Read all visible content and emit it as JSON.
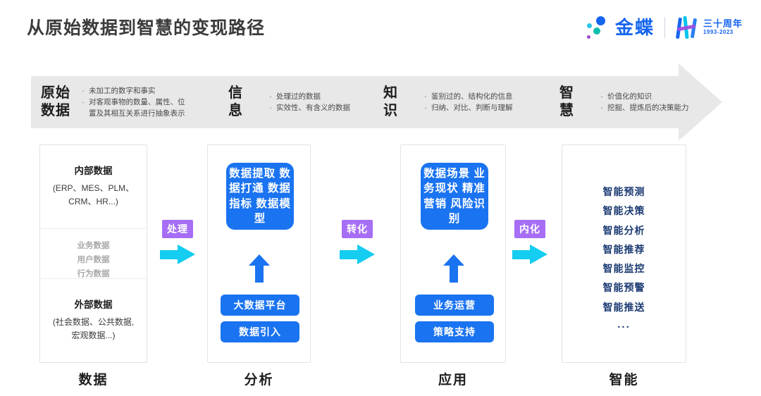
{
  "header": {
    "title": "从原始数据到智慧的变现路径",
    "brand": {
      "name": "金蝶",
      "anniversary_cn": "三十周年",
      "anniversary_years": "1993-2023"
    }
  },
  "band": {
    "segments": [
      {
        "title": "原始\n数据",
        "bullet": "·",
        "points": [
          "未加工的数字和事实",
          "对客观事物的数量、属性、位\n置及其相互关系进行抽象表示"
        ]
      },
      {
        "title": "信\n息",
        "bullet": "·",
        "points": [
          "处理过的数据",
          "实效性、有含义的数据"
        ]
      },
      {
        "title": "知\n识",
        "bullet": "·",
        "points": [
          "鉴别过的、结构化的信息",
          "归纳、对比、判断与理解"
        ]
      },
      {
        "title": "智\n慧",
        "bullet": "·",
        "points": [
          "价值化的知识",
          "挖掘、提炼后的决策能力"
        ]
      }
    ]
  },
  "columns": {
    "data": {
      "footer": "数据",
      "internal_title": "内部数据",
      "internal_sub": "(ERP、MES、PLM、\nCRM、HR...)",
      "middle_items": [
        "业务数据",
        "用户数据",
        "行为数据"
      ],
      "external_title": "外部数据",
      "external_sub": "(社会数据、公共数据,\n宏观数据...)"
    },
    "analysis": {
      "footer": "分析",
      "card": "数据提取\n数据打通\n数据指标\n数据模型",
      "pills": [
        "大数据平台",
        "数据引入"
      ]
    },
    "application": {
      "footer": "应用",
      "card": "数据场景\n业务现状\n精准营销\n风险识别",
      "pills": [
        "业务运营",
        "策略支持"
      ]
    },
    "intelligence": {
      "footer": "智能",
      "items": [
        "智能预测",
        "智能决策",
        "智能分析",
        "智能推荐",
        "智能监控",
        "智能预警",
        "智能推送"
      ],
      "ellipsis": "..."
    }
  },
  "connectors": [
    {
      "label": "处理"
    },
    {
      "label": "转化"
    },
    {
      "label": "内化"
    }
  ],
  "colors": {
    "accent_blue": "#1a73f0",
    "brand_blue": "#1565f0",
    "badge_purple": "#a66ef5",
    "arrow_cyan": "#14cdf0",
    "band_gray": "#e8e8e8",
    "navy": "#1b3a72"
  }
}
